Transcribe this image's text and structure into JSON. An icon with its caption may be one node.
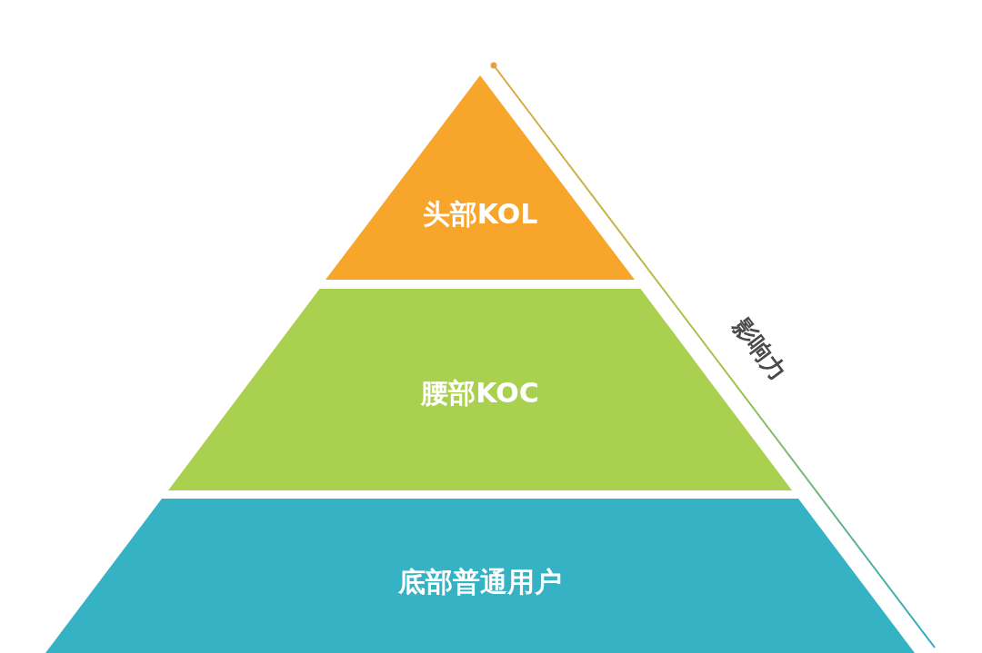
{
  "diagram": {
    "nodes": [
      {
        "text": [
          "头部KOL"
        ]
      },
      {
        "text": [
          "腰部KOC"
        ]
      },
      {
        "text": [
          "底部普通用户"
        ]
      }
    ],
    "labels": [
      "影响力"
    ]
  }
}
